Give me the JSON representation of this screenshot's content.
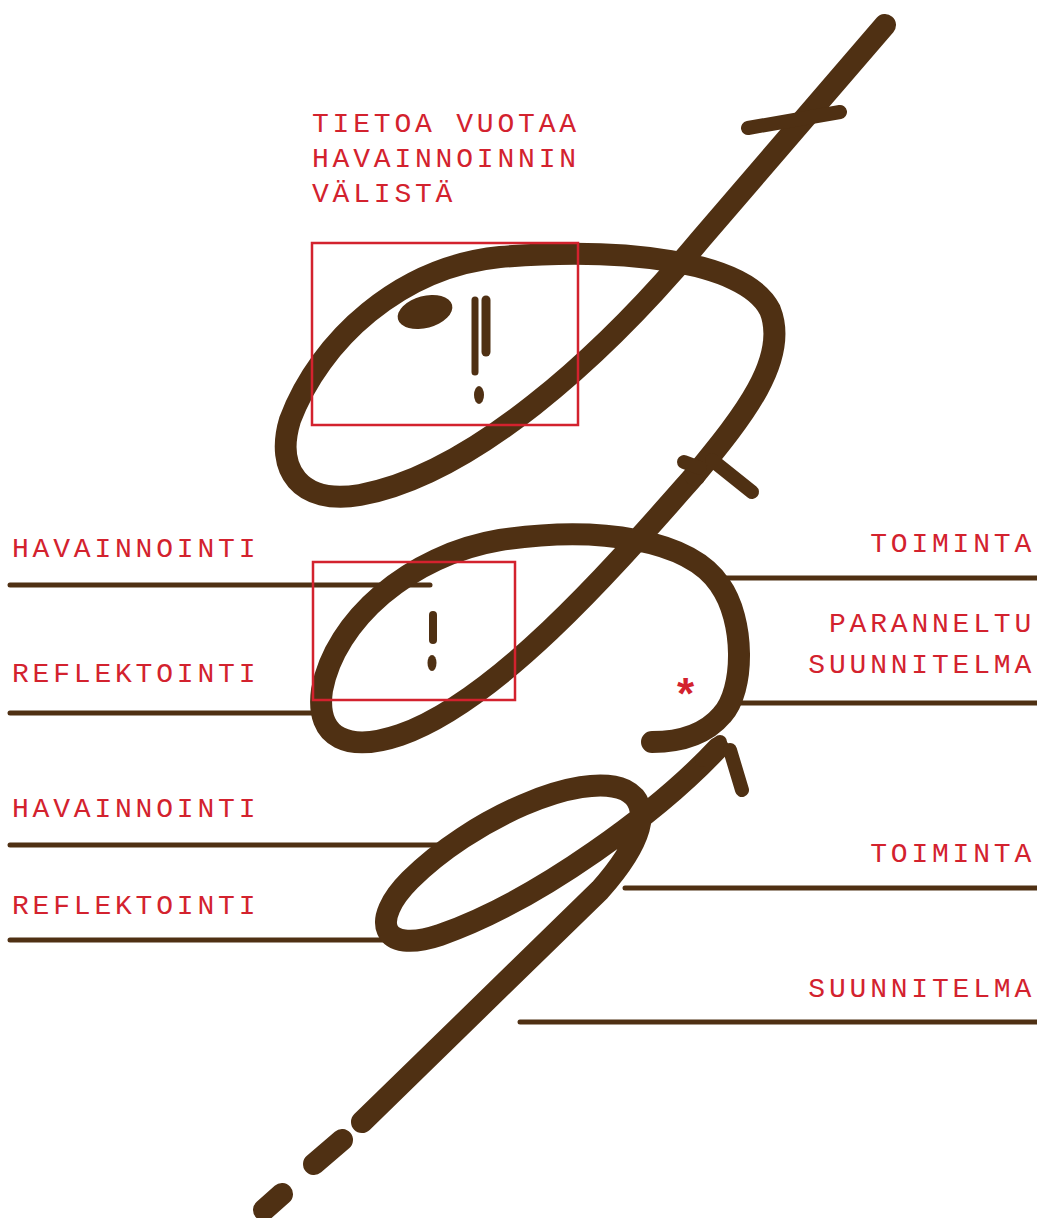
{
  "diagram": {
    "labels": [
      "TIETOA VUOTAA HAVAINNOINNIN VÄLISTÄ",
      "HAVAINNOINTI",
      "TOIMINTA",
      "PARANNELTU SUUNNITELMA",
      "*",
      "REFLEKTOINTI",
      "HAVAINNOINTI",
      "TOIMINTA",
      "REFLEKTOINTI",
      "SUUNNITELMA"
    ]
  }
}
